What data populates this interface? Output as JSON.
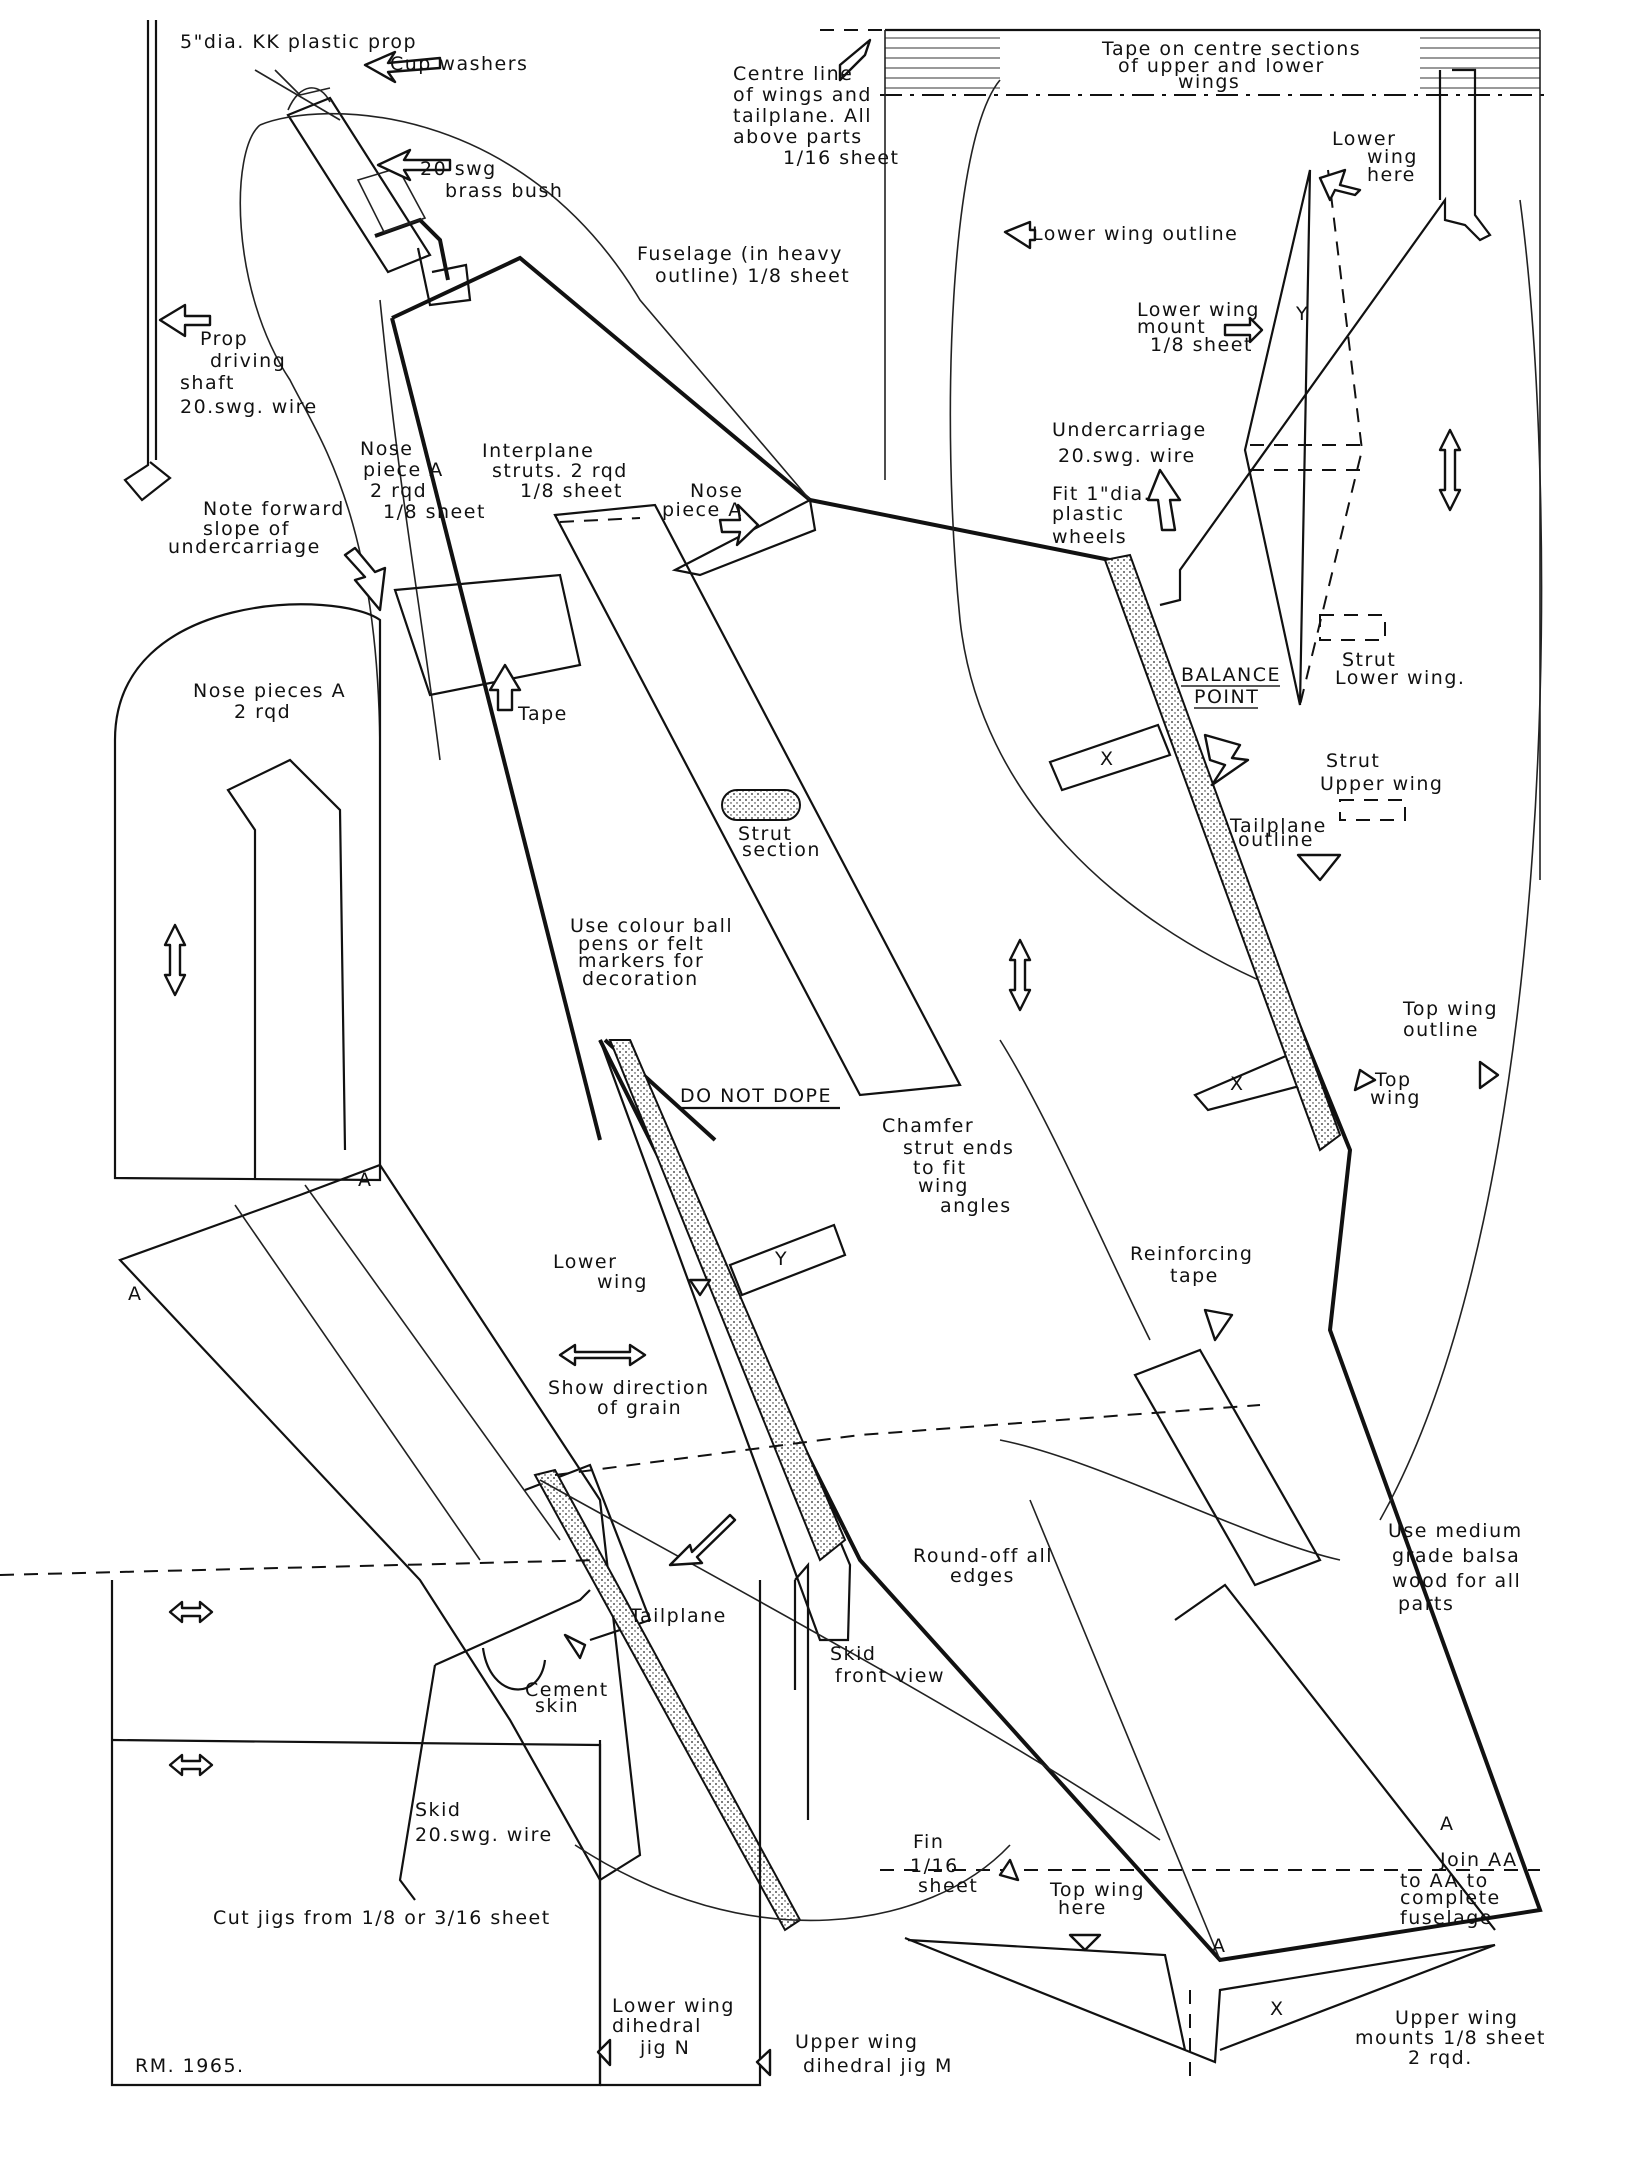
{
  "plan": {
    "prop": "5\"dia. KK plastic prop",
    "cup_washers": "Cup washers",
    "brass_bush": [
      "20 swg",
      "brass bush"
    ],
    "fuselage": [
      "Fuselage (in heavy",
      "outline) 1/8 sheet"
    ],
    "prop_shaft": [
      "Prop",
      "driving",
      "shaft",
      "20.swg. wire"
    ],
    "note_forward": [
      "Note forward",
      "slope of",
      "undercarriage"
    ],
    "nose_piece_a": [
      "Nose",
      "piece A",
      "2 rqd",
      "1/8 sheet"
    ],
    "interplane": [
      "Interplane",
      "struts. 2 rqd",
      "1/8 sheet"
    ],
    "nose_piece_a2": [
      "Nose",
      "piece A"
    ],
    "tape": "Tape",
    "nose_pieces_a": [
      "Nose pieces A",
      "2 rqd"
    ],
    "strut_section": [
      "Strut",
      "section"
    ],
    "colour_note": [
      "Use colour ball",
      "pens or felt",
      "markers for",
      "decoration"
    ],
    "do_not_dope": "DO NOT DOPE",
    "chamfer": [
      "Chamfer",
      "strut ends",
      "to fit",
      "wing",
      "angles"
    ],
    "lower_wing": [
      "Lower",
      "wing"
    ],
    "grain": [
      "Show direction",
      "of grain"
    ],
    "tailplane": "Tailplane",
    "cement_skin": [
      "Cement",
      "skin"
    ],
    "skid_front": [
      "Skid",
      "front view"
    ],
    "skid": [
      "Skid",
      "20.swg. wire"
    ],
    "cut_jigs": "Cut jigs from 1/8 or 3/16 sheet",
    "round_off": [
      "Round-off all",
      "edges"
    ],
    "fin": [
      "Fin",
      "1/16",
      "sheet"
    ],
    "top_wing_here": [
      "Top wing",
      "here"
    ],
    "join_aa": [
      "Join AA",
      "to AA to",
      "complete",
      "fuselage"
    ],
    "medium_grade": [
      "Use medium",
      "grade balsa",
      "wood for all",
      "parts"
    ],
    "reinforcing": [
      "Reinforcing",
      "tape"
    ],
    "lower_jig": [
      "Lower wing",
      "dihedral",
      "jig N"
    ],
    "upper_jig": [
      "Upper wing",
      "dihedral jig M"
    ],
    "upper_mounts": [
      "Upper wing",
      "mounts 1/8 sheet",
      "2 rqd."
    ],
    "signature": "RM. 1965.",
    "centre_line": [
      "Centre line",
      "of wings and",
      "tailplane. All",
      "above parts",
      "1/16 sheet"
    ],
    "tape_centre": [
      "Tape on centre sections",
      "of upper and lower",
      "wings"
    ],
    "lower_wing_outline": "Lower wing outline",
    "lower_wing_here": [
      "Lower",
      "wing",
      "here"
    ],
    "lower_wing_mount": [
      "Lower wing",
      "mount",
      "1/8 sheet"
    ],
    "undercarriage": [
      "Undercarriage",
      "20.swg. wire"
    ],
    "wheels": [
      "Fit 1\"dia.",
      "plastic",
      "wheels"
    ],
    "balance": [
      "BALANCE",
      "POINT"
    ],
    "strut_lower": [
      "Strut",
      "Lower wing."
    ],
    "strut_upper": [
      "Strut",
      "Upper wing"
    ],
    "tailplane_outline": [
      "Tailplane",
      "outline"
    ],
    "top_wing_outline": [
      "Top wing",
      "outline"
    ],
    "top_wing": [
      "Top",
      "wing"
    ],
    "letters": {
      "x": "X",
      "y": "Y",
      "a": "A"
    }
  }
}
